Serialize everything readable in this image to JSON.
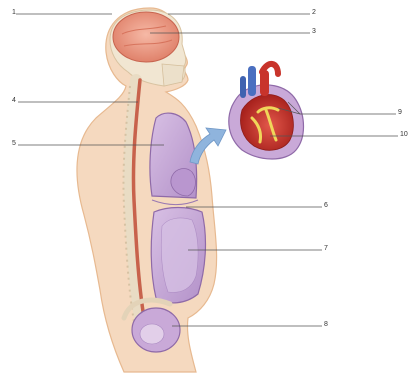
{
  "diagram": {
    "labels": [
      {
        "id": "1",
        "text": "1"
      },
      {
        "id": "2",
        "text": "2"
      },
      {
        "id": "3",
        "text": "3"
      },
      {
        "id": "4",
        "text": "4"
      },
      {
        "id": "5",
        "text": "5"
      },
      {
        "id": "6",
        "text": "6"
      },
      {
        "id": "7",
        "text": "7"
      },
      {
        "id": "8",
        "text": "8"
      },
      {
        "id": "9",
        "text": "9"
      },
      {
        "id": "10",
        "text": "10"
      }
    ]
  },
  "colors": {
    "skin": "#f5d9bf",
    "skin_edge": "#e7b990",
    "bone": "#f1e6d2",
    "brain": "#ef9a83",
    "spinal_cord": "#c8624c",
    "cavity": "#c7a9d6",
    "cavity_edge": "#8f6aa8",
    "heart_red": "#c8342b",
    "heart_blue": "#4a6fc0",
    "arrow": "#8fb4dd",
    "leader": "#555555"
  }
}
